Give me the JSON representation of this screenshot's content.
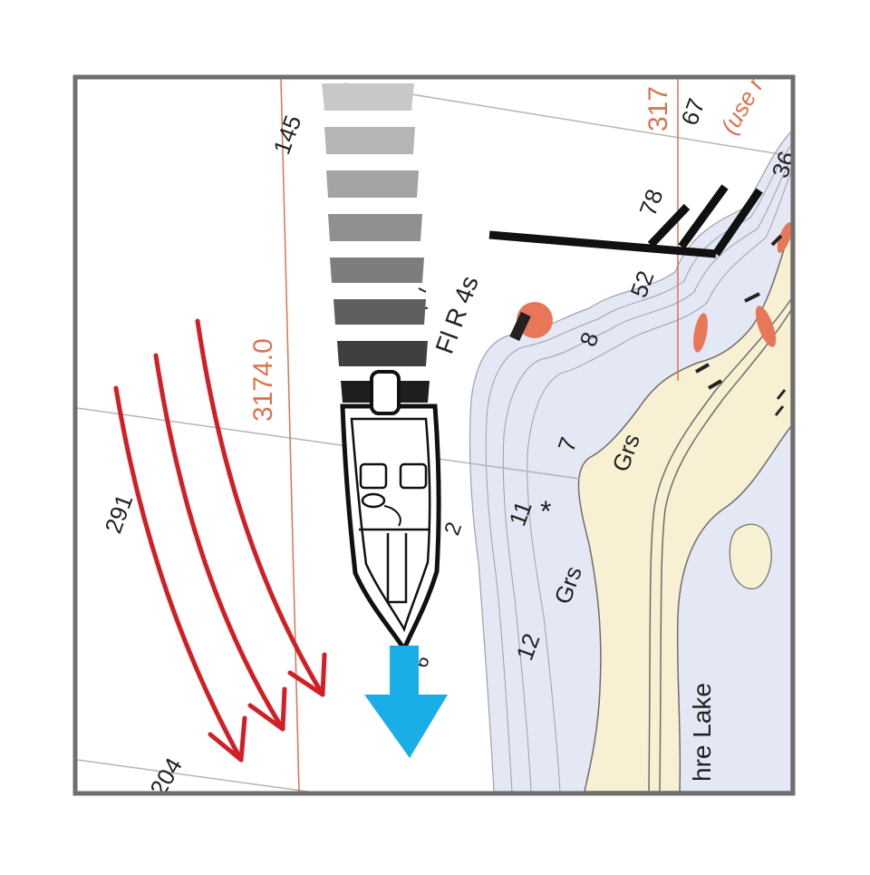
{
  "map": {
    "soundings": {
      "s145": "145",
      "s78": "78",
      "s67": "67",
      "s36": "36",
      "s52": "52",
      "s8": "8",
      "s7": "7",
      "s11": "11",
      "s12": "12",
      "s291": "291",
      "s204": "204",
      "s2": "2",
      "s6": "6"
    },
    "contour_labels": {
      "left": "3174.0",
      "top_right": "317",
      "use_note": "(use r"
    },
    "light_label": "Fl R 4s",
    "bottom_labels": {
      "grs_upper": "Grs",
      "grs_lower": "Grs",
      "star": "*"
    },
    "lake_label": "hre Lake"
  },
  "colors": {
    "frame": "#6f6f6f",
    "water": "#ffffff",
    "shallow_water": "#e4e8f4",
    "land": "#f8f0d2",
    "contour_red": "#d9744f",
    "current_arrows": "#d21f26",
    "direction_arrow": "#1aaee8",
    "buoy": "#e8775a"
  },
  "icons": {
    "boat": "boat-icon",
    "wake": "wake-trail-icon",
    "current": "current-arrow-icon",
    "heading": "heading-arrow-icon",
    "buoy": "buoy-icon",
    "dock": "dock-icon"
  }
}
